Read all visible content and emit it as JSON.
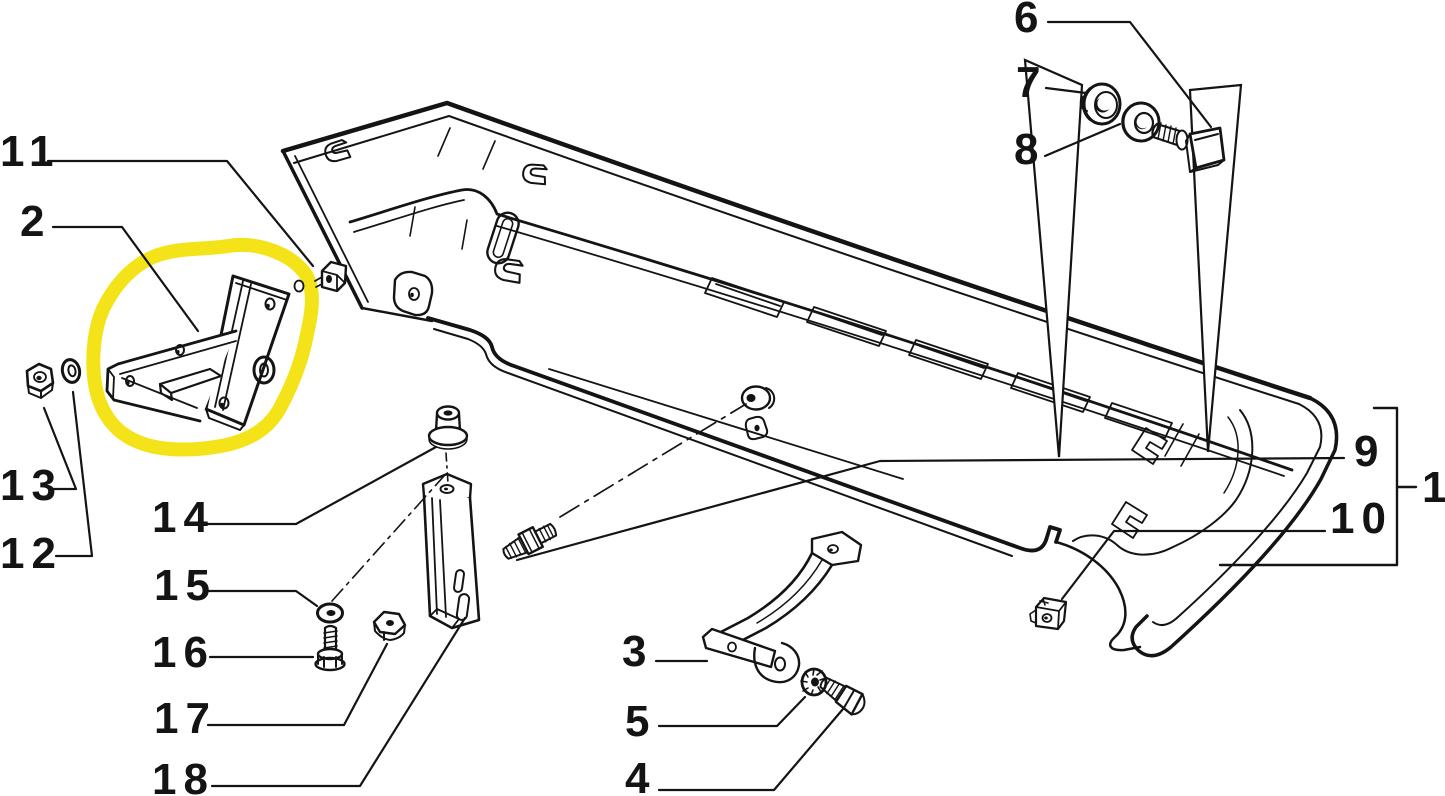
{
  "diagram": {
    "kind": "exploded parts diagram (rear bumper assembly)",
    "background_color": "#ffffff",
    "line_color": "#141414",
    "highlight_color": "#f2e106",
    "highlighted_part": "2"
  },
  "labels": {
    "p1": "1",
    "p2": "2",
    "p3": "3",
    "p4": "4",
    "p5": "5",
    "p6": "6",
    "p7": "7",
    "p8": "8",
    "p9": "9",
    "p10": "10",
    "p11": "11",
    "p12": "12",
    "p13": "13",
    "p14": "14",
    "p15": "15",
    "p16": "16",
    "p17": "17",
    "p18": "18"
  }
}
